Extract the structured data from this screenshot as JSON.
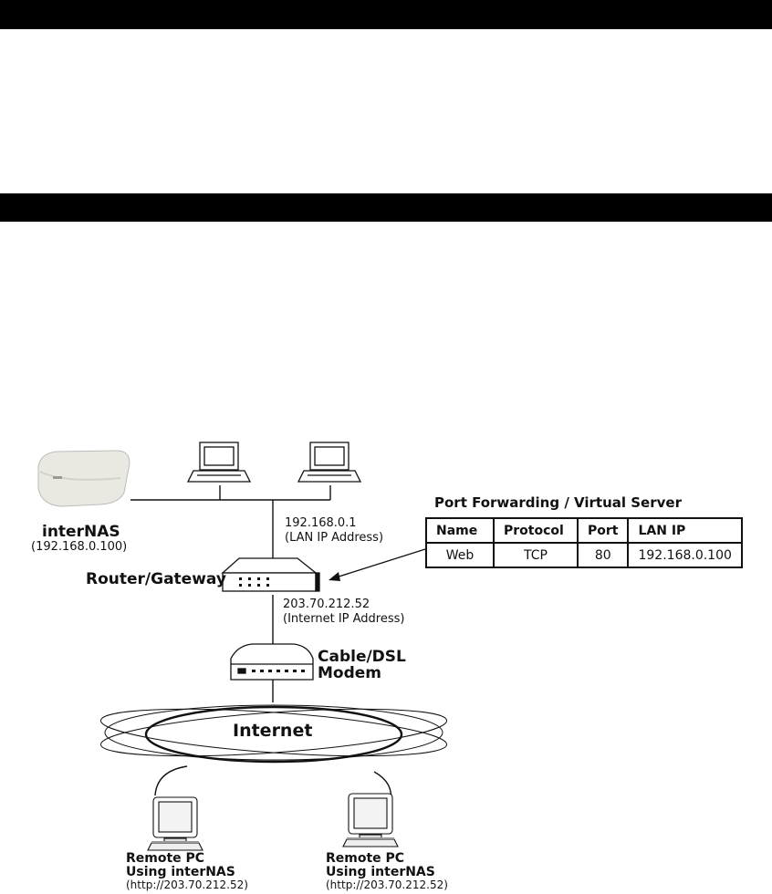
{
  "devices": {
    "nas": {
      "name": "interNAS",
      "ip": "(192.168.0.100)"
    },
    "router": {
      "name": "Router/Gateway",
      "lan_ip": "192.168.0.1",
      "lan_ip_note": "(LAN IP Address)",
      "wan_ip": "203.70.212.52",
      "wan_ip_note": "(Internet IP Address)"
    },
    "modem": {
      "line1": "Cable/DSL",
      "line2": "Modem"
    },
    "internet": {
      "label": "Internet"
    },
    "remote_pcs": [
      {
        "line1": "Remote PC",
        "line2": "Using interNAS",
        "line3": "(http://203.70.212.52)"
      },
      {
        "line1": "Remote PC",
        "line2": "Using interNAS",
        "line3": "(http://203.70.212.52)"
      }
    ]
  },
  "port_forwarding": {
    "title": "Port Forwarding / Virtual Server",
    "headers": [
      "Name",
      "Protocol",
      "Port",
      "LAN IP"
    ],
    "rows": [
      [
        "Web",
        "TCP",
        "80",
        "192.168.0.100"
      ]
    ]
  }
}
